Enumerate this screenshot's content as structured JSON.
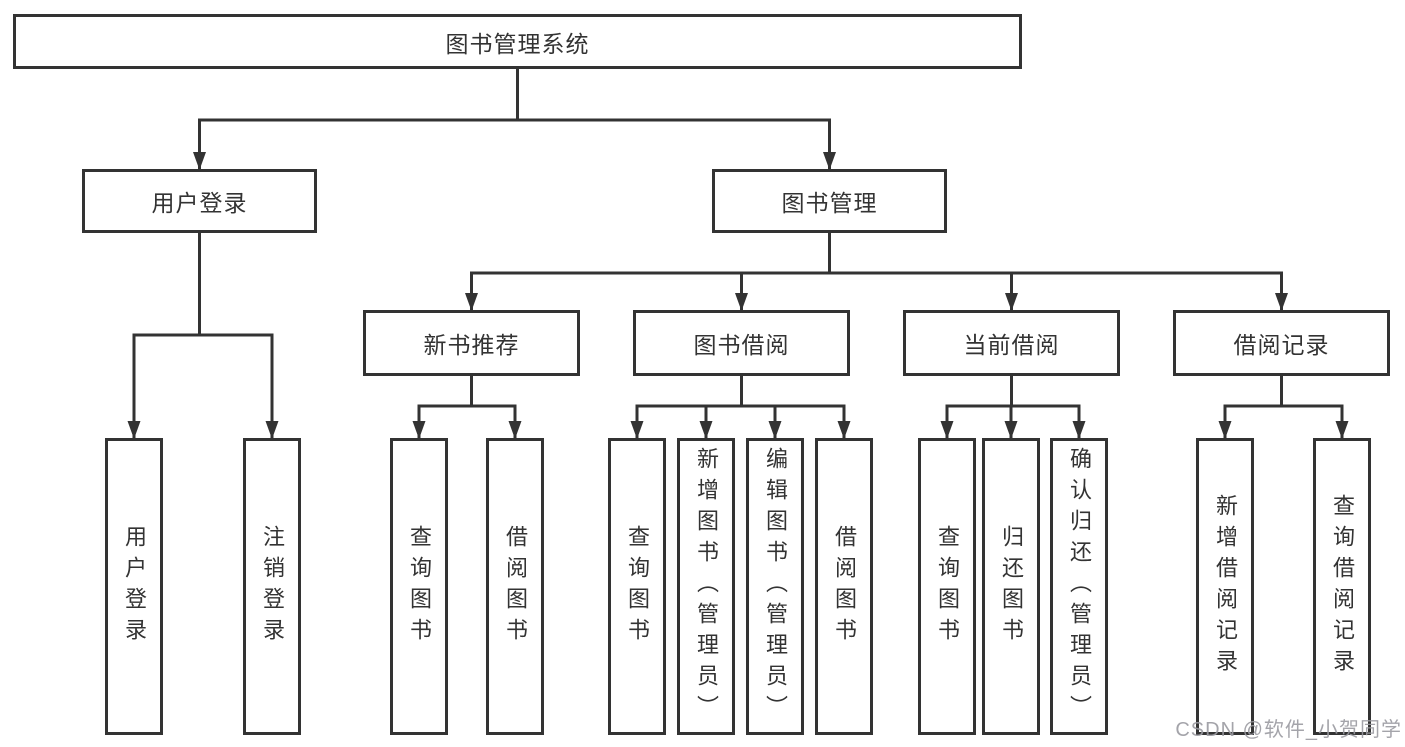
{
  "tree": {
    "root": {
      "label": "图书管理系统"
    },
    "branches": [
      {
        "label": "用户登录",
        "children": [
          "用户登录",
          "注销登录"
        ]
      },
      {
        "label": "图书管理",
        "modules": [
          {
            "label": "新书推荐",
            "children": [
              "查询图书",
              "借阅图书"
            ]
          },
          {
            "label": "图书借阅",
            "children": [
              "查询图书",
              "新增图书（管理员）",
              "编辑图书（管理员）",
              "借阅图书"
            ]
          },
          {
            "label": "当前借阅",
            "children": [
              "查询图书",
              "归还图书",
              "确认归还（管理员）"
            ]
          },
          {
            "label": "借阅记录",
            "children": [
              "新增借阅记录",
              "查询借阅记录"
            ]
          }
        ]
      }
    ]
  },
  "watermark": {
    "text": "CSDN @软件_小贺同学"
  },
  "colors": {
    "line": "#333333",
    "text": "#333333",
    "watermark": "#9b9ba1",
    "background": "#ffffff"
  }
}
